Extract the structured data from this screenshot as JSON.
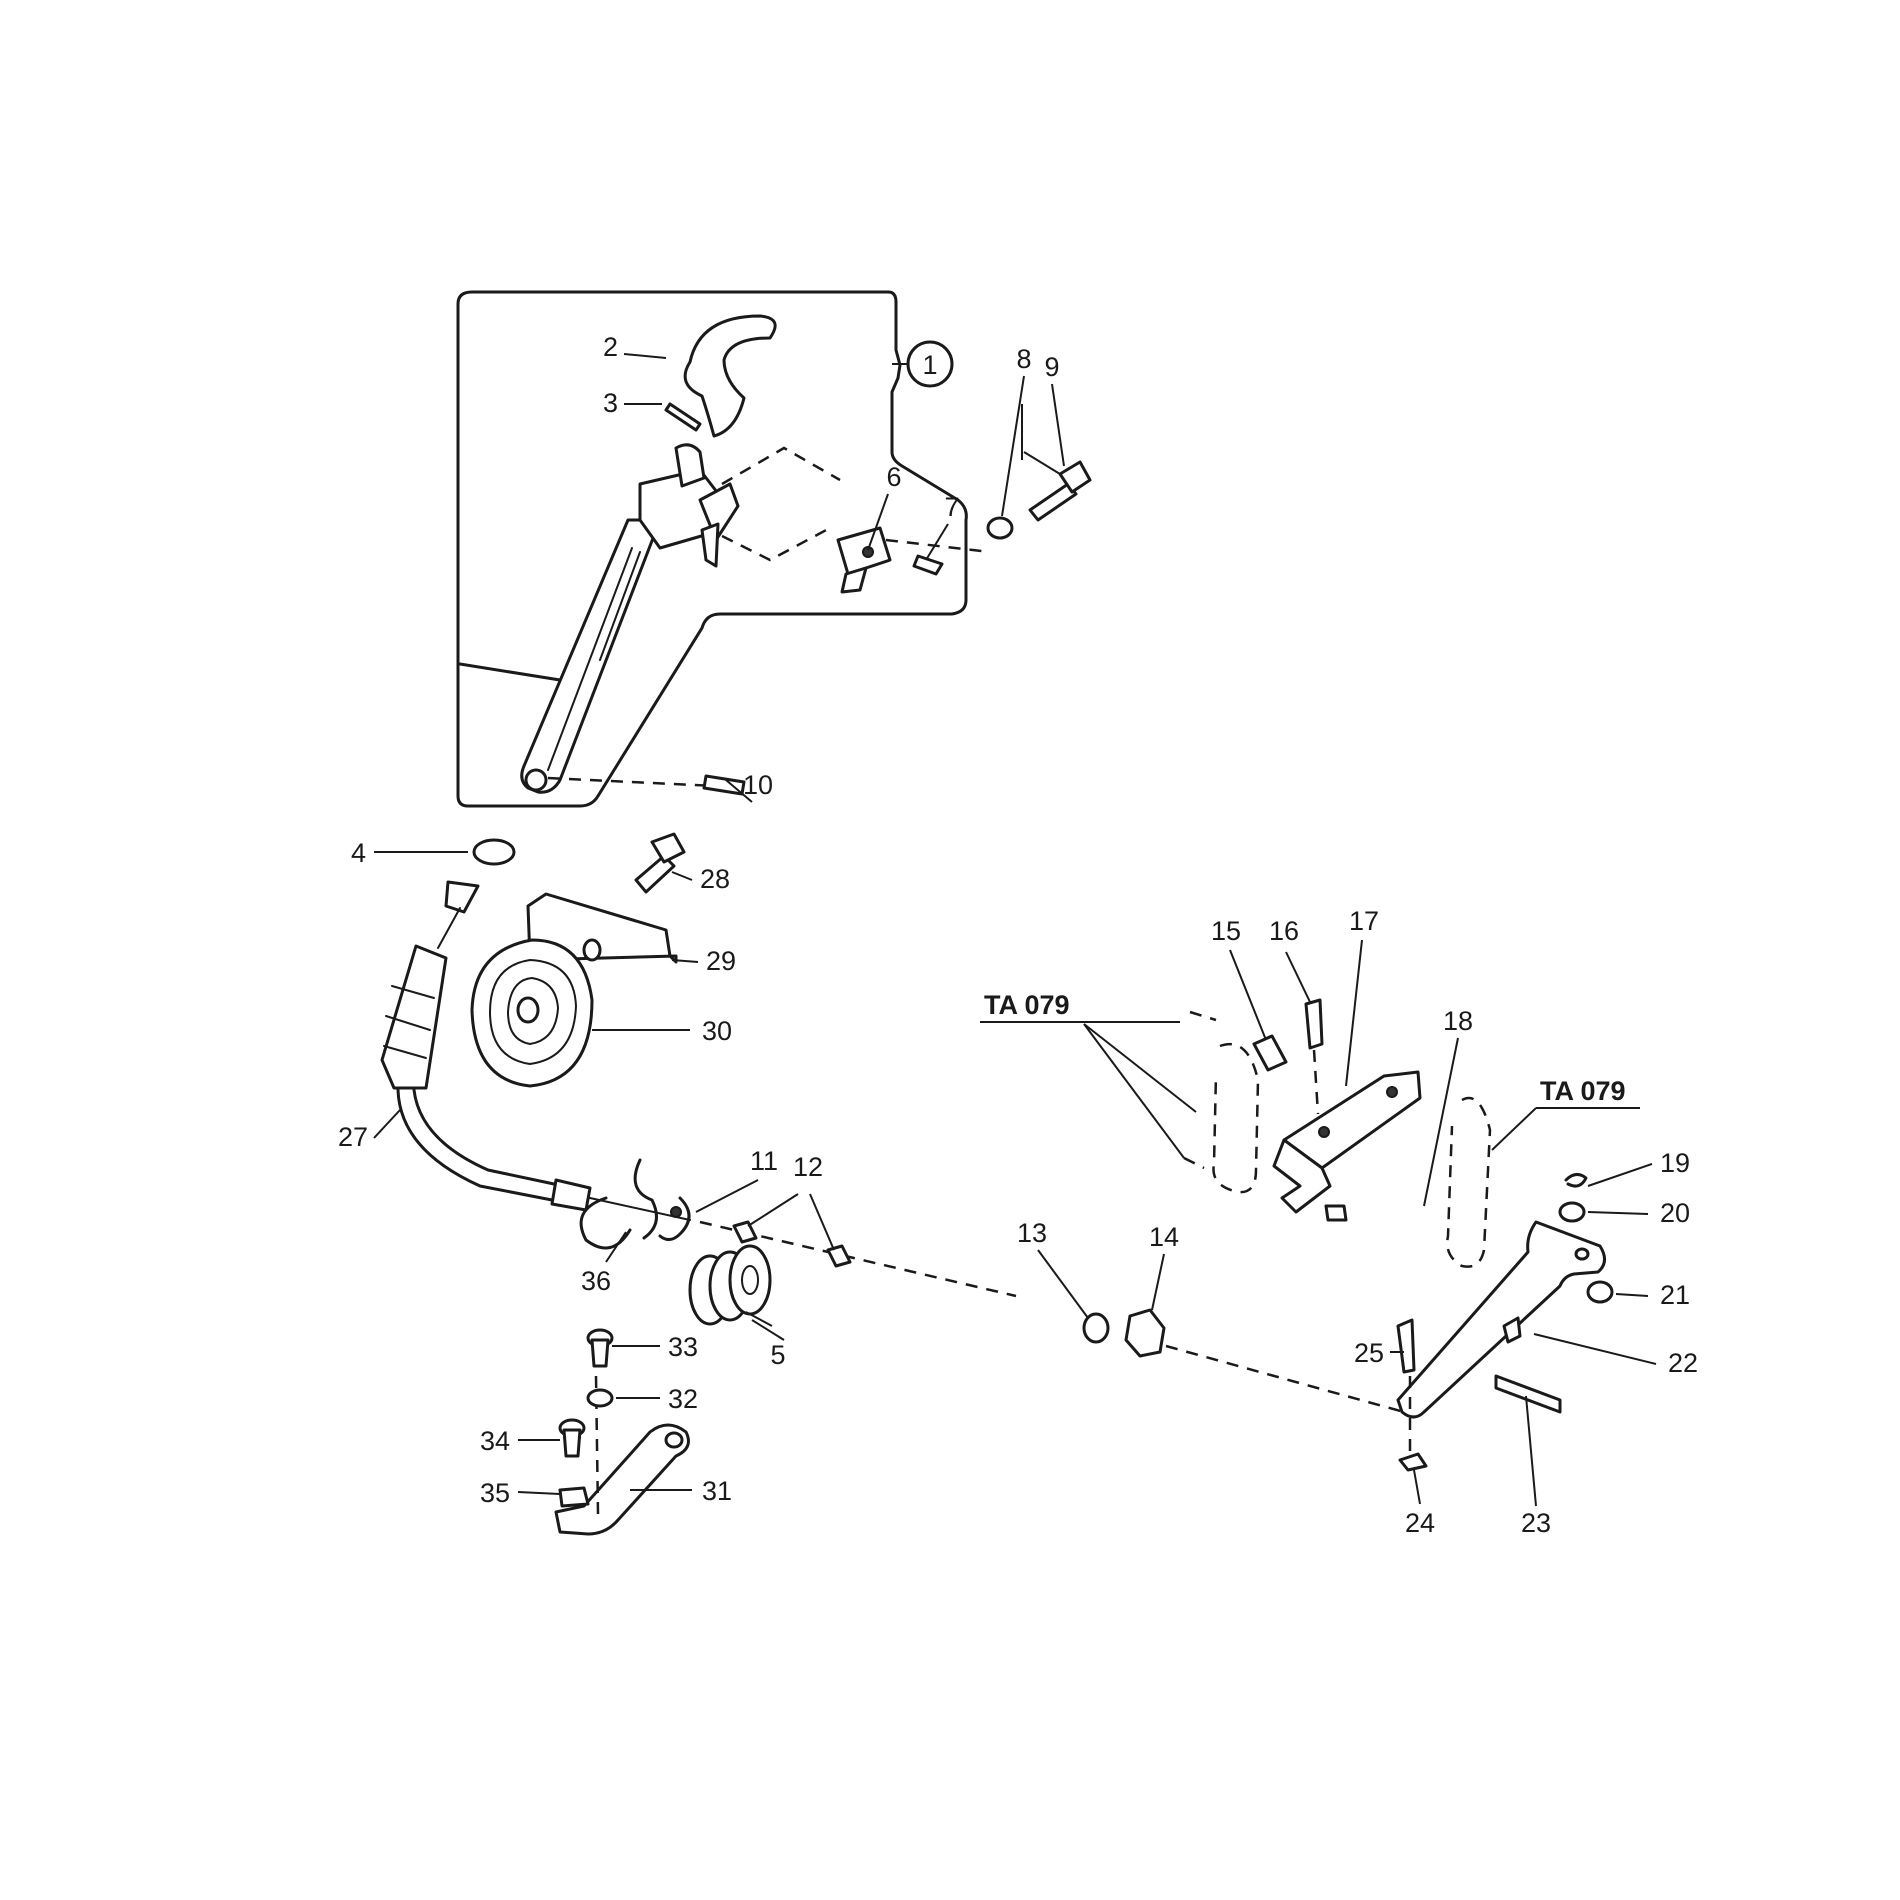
{
  "callouts": [
    "1",
    "2",
    "3",
    "4",
    "5",
    "6",
    "7",
    "8",
    "9",
    "10",
    "11",
    "12",
    "13",
    "14",
    "15",
    "16",
    "17",
    "18",
    "19",
    "20",
    "21",
    "22",
    "23",
    "24",
    "25",
    "27",
    "28",
    "29",
    "30",
    "31",
    "32",
    "33",
    "34",
    "35",
    "36"
  ],
  "references": [
    "TA 079",
    "TA 079"
  ]
}
